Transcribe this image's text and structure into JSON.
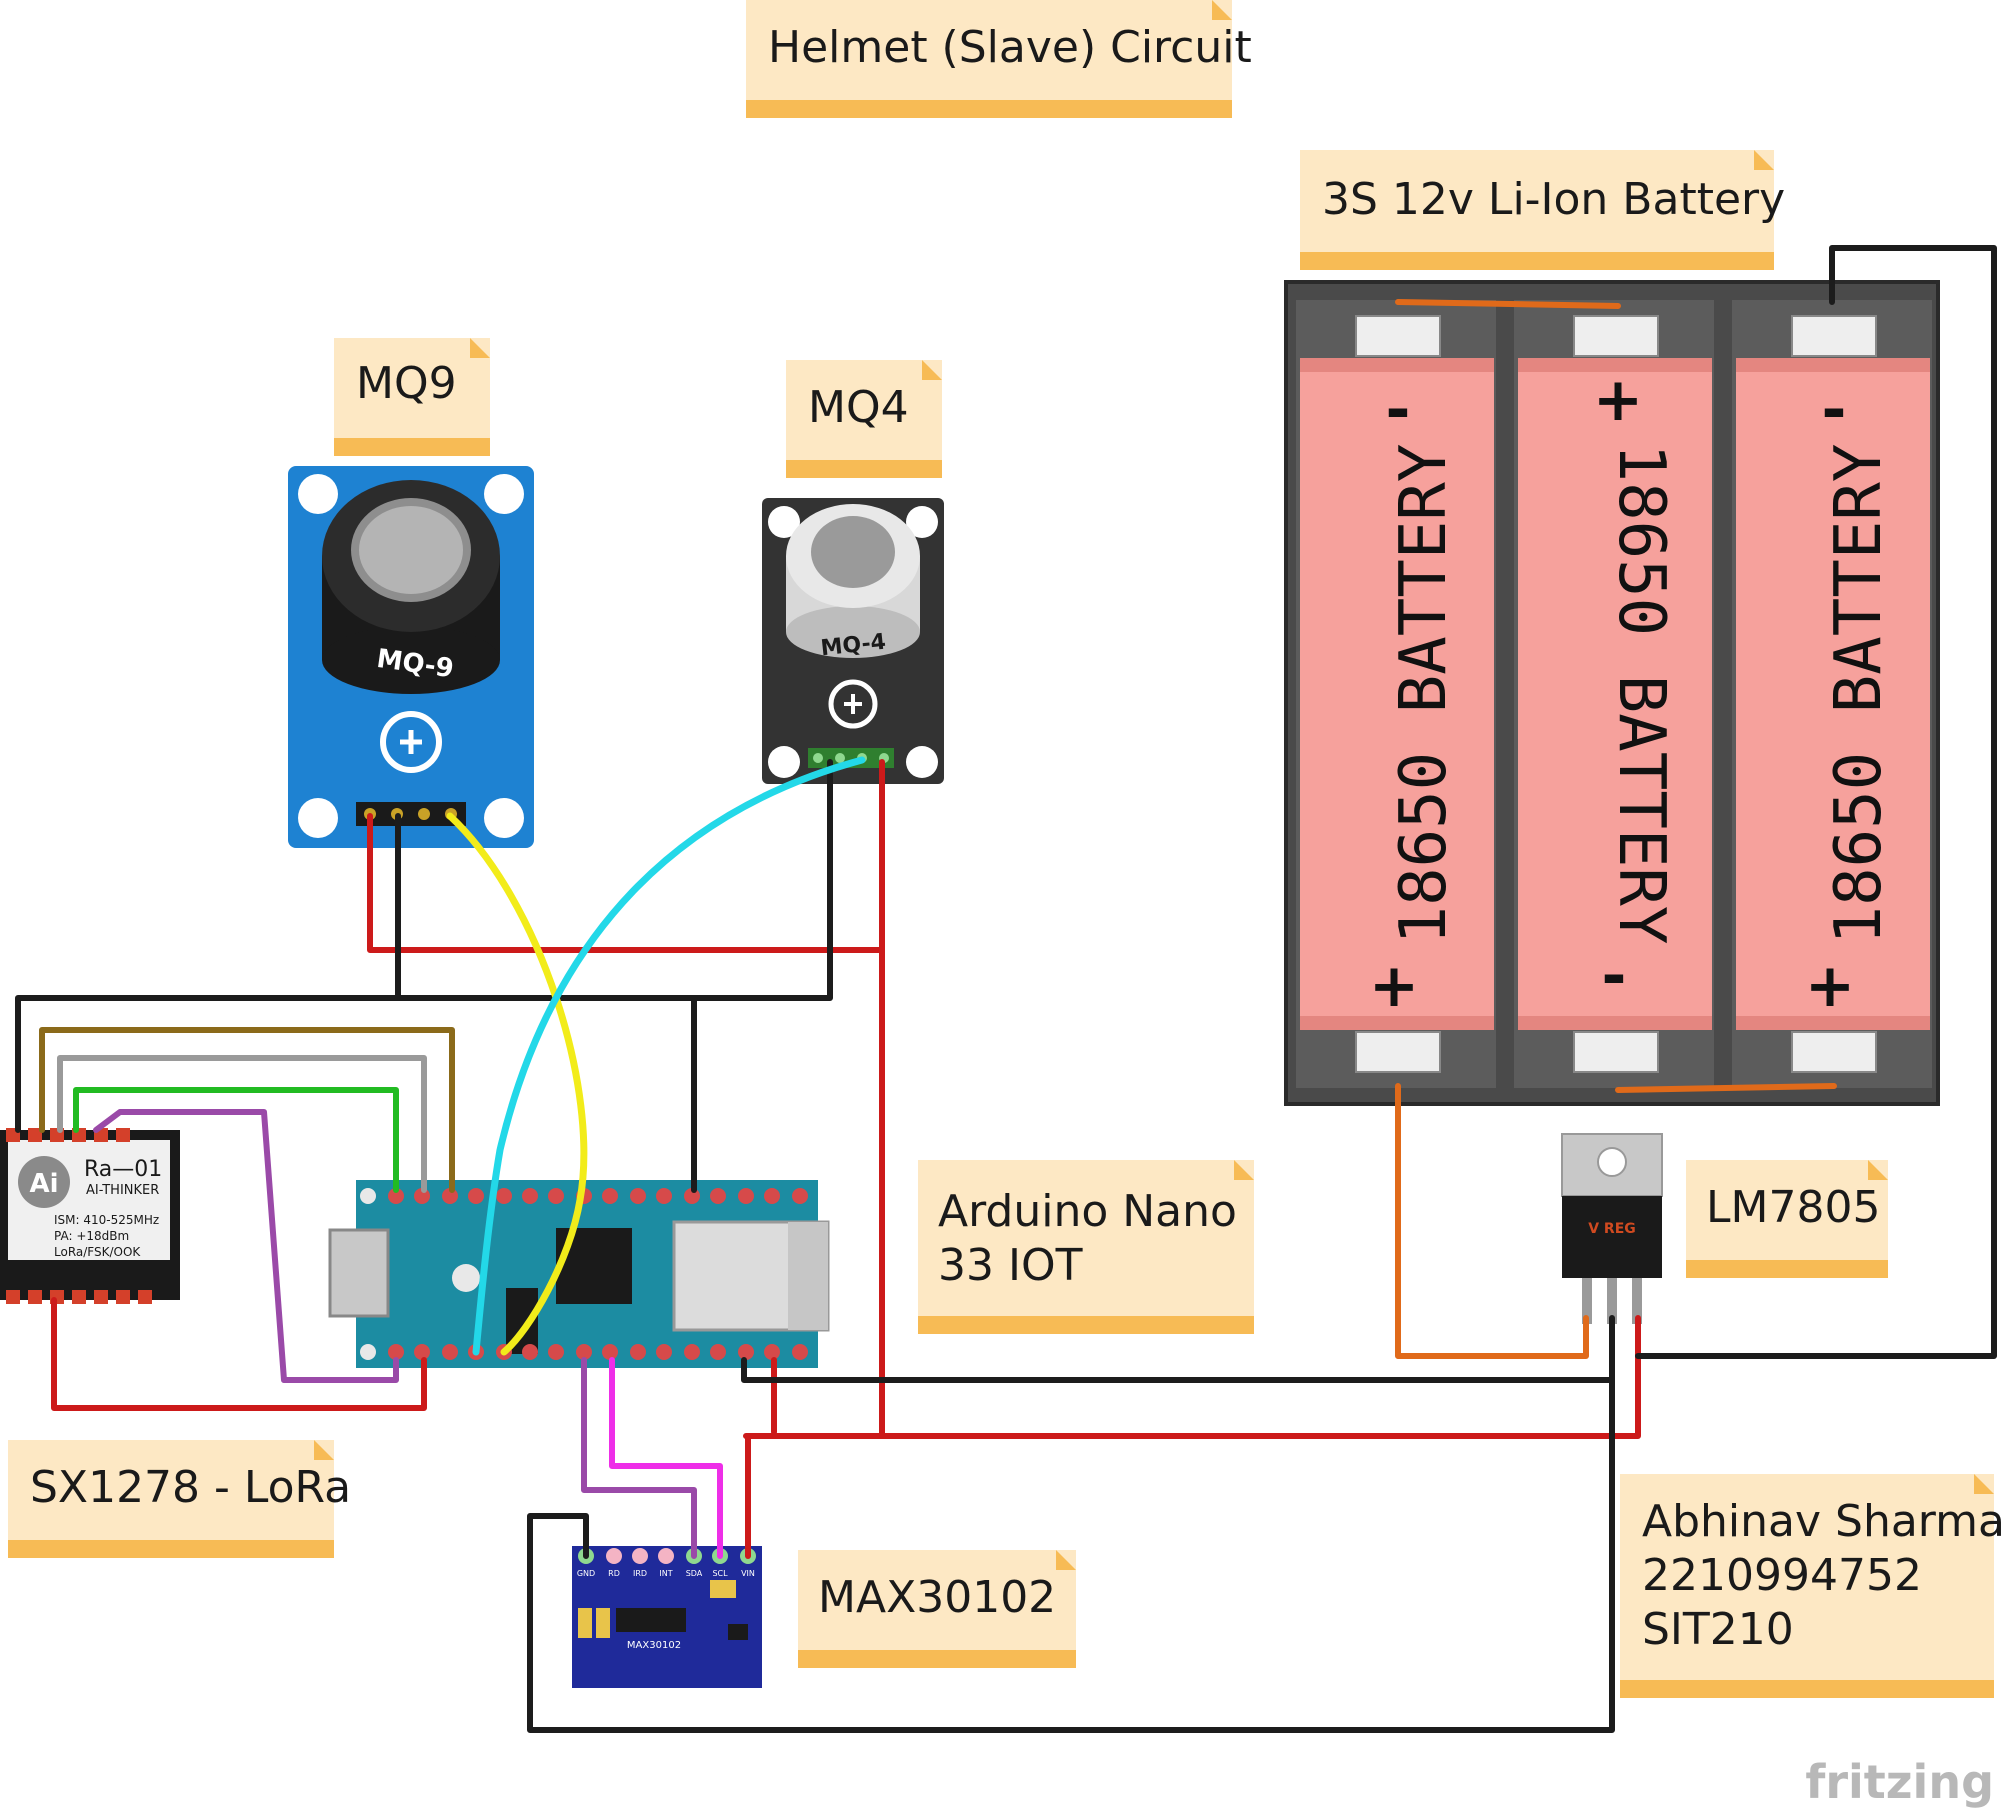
{
  "notes": {
    "title": "Helmet (Slave) Circuit",
    "battery": "3S 12v Li-Ion Battery",
    "mq9": "MQ9",
    "mq4": "MQ4",
    "nano_line1": "Arduino Nano",
    "nano_line2": "33 IOT",
    "lm7805": "LM7805",
    "lora": "SX1278 - LoRa",
    "max": "MAX30102",
    "author_line1": "Abhinav Sharma",
    "author_line2": "2210994752",
    "author_line3": "SIT210"
  },
  "parts": {
    "mq9_label": "MQ-9",
    "mq4_label": "MQ-4",
    "battery_cell_text": "18650 BATTERY",
    "sign_minus": "-",
    "sign_plus": "+",
    "lora_name": "Ra—01",
    "lora_brand": "AI-THINKER",
    "lora_logo": "Ai",
    "lora_spec1": "ISM: 410-525MHz",
    "lora_spec2": "PA: +18dBm",
    "lora_spec3": "LoRa/FSK/OOK",
    "vreg_label": "V REG",
    "max_chip": "MAX30102",
    "max_pins": [
      "GND",
      "RD",
      "IRD",
      "INT",
      "SDA",
      "SCL",
      "VIN"
    ]
  },
  "branding": {
    "watermark": "fritzing"
  },
  "colors": {
    "note_bg": "#fde8c4",
    "note_bar": "#f7bb55",
    "wire_red": "#cc1a1a",
    "wire_black": "#1c1c1c",
    "wire_yellow": "#f2ec1a",
    "wire_cyan": "#23d8e8",
    "wire_green": "#22bb22",
    "wire_gray": "#9a9a9a",
    "wire_brown": "#8b6a1a",
    "wire_purple": "#9a4aa8",
    "wire_magenta": "#ee2ee8",
    "wire_orange": "#e06a1a",
    "battery_cell": "#f6a19c",
    "mq9_board": "#1e82d2",
    "mq4_board": "#333333",
    "nano_board": "#1c8ca2",
    "max_board": "#1f2a9a"
  }
}
